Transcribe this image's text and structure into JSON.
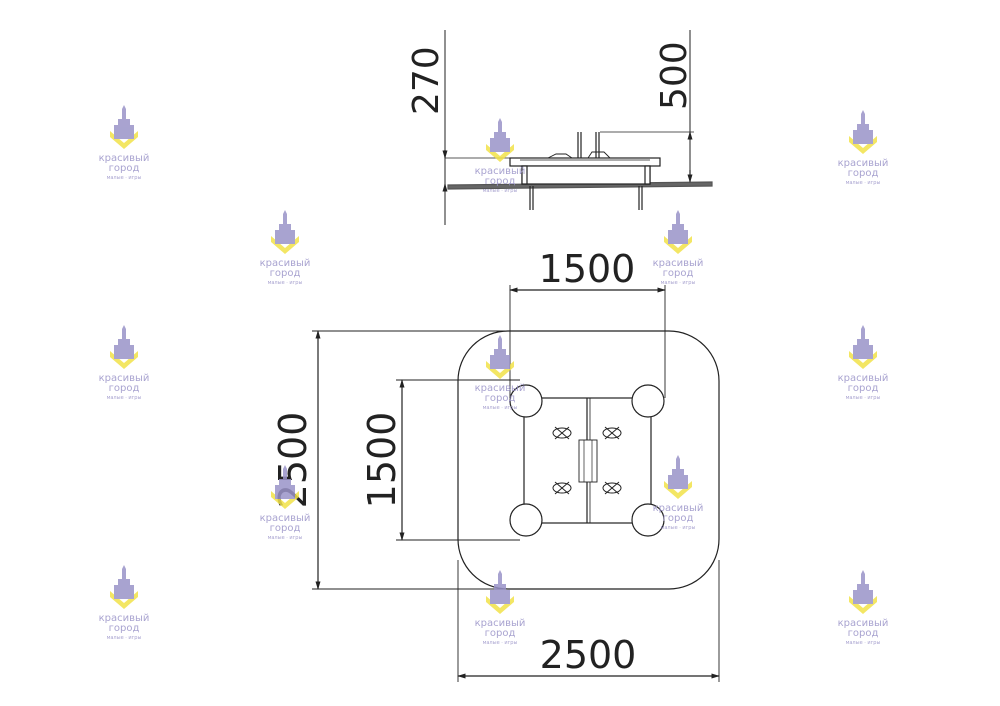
{
  "dimensions": {
    "side_height_top": "270",
    "side_height_total": "500",
    "top_table_width": "1500",
    "plan_overall_height": "2500",
    "plan_table_height": "1500",
    "plan_overall_width": "2500"
  },
  "watermark": {
    "line1": "красивый",
    "line2": "город",
    "line3": "малые · игры",
    "color": "#9a93c8",
    "accent": "#f2e24a"
  },
  "colors": {
    "line": "#222222",
    "ground": "#666666"
  }
}
